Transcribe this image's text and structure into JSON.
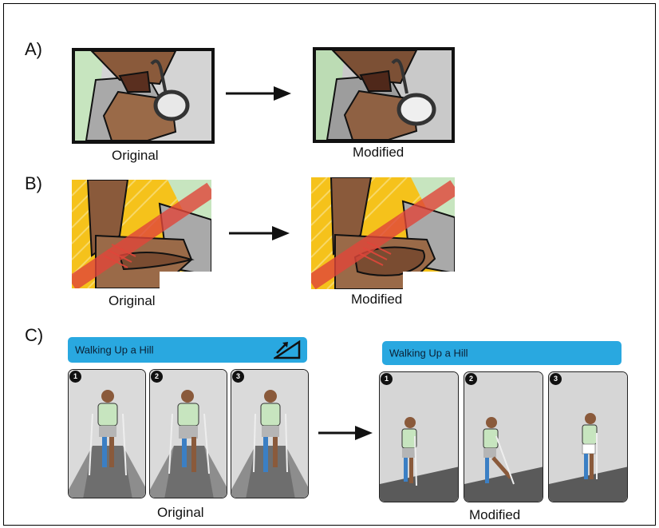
{
  "sections": [
    {
      "label": "A)",
      "original_caption": "Original",
      "modified_caption": "Modified"
    },
    {
      "label": "B)",
      "original_caption": "Original",
      "modified_caption": "Modified"
    },
    {
      "label": "C)",
      "original_caption": "Original",
      "modified_caption": "Modified",
      "original_banner": "Walking Up a Hill",
      "modified_banner": "Walking Up a Hill",
      "steps": [
        "1",
        "2",
        "3"
      ]
    }
  ],
  "colors": {
    "banner": "#29a8e0",
    "skin": "#8a5a3b",
    "green": "#c7e5bf",
    "yellow": "#f5c21b",
    "red": "#e0463a",
    "prosthesis": "#3b7fc4"
  },
  "icons": {
    "arrow": "right-arrow-icon",
    "hill": "incline-icon"
  }
}
